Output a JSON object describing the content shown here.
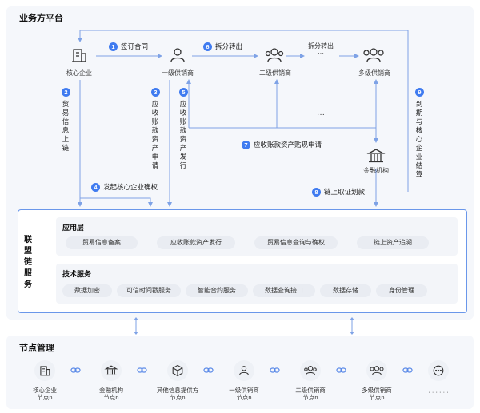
{
  "top": {
    "title": "业务方平台",
    "nodes": {
      "core": "核心企业",
      "tier1": "一级供销商",
      "tier2": "二级供销商",
      "multi": "多级供销商",
      "finance": "金融机构"
    },
    "split_ellipsis": "拆分转出",
    "dots_small": "···",
    "dots_mid": "···",
    "steps": [
      {
        "num": "1",
        "label": "签订合同"
      },
      {
        "num": "2",
        "label": "贸易信息上链"
      },
      {
        "num": "3",
        "label": "应收账款资产申请"
      },
      {
        "num": "4",
        "label": "发起核心企业确权"
      },
      {
        "num": "5",
        "label": "应收账款资产发行"
      },
      {
        "num": "6",
        "label": "拆分转出"
      },
      {
        "num": "7",
        "label": "应收账款资产贴现申请"
      },
      {
        "num": "8",
        "label": "链上取证划款"
      },
      {
        "num": "9",
        "label": "到期与核心企业结算"
      }
    ]
  },
  "alliance": {
    "label": "联盟链服务",
    "app_layer": {
      "title": "应用层",
      "items": [
        "贸易信息备案",
        "应收账款资产发行",
        "贸易信息查询与确权",
        "链上资产追溯"
      ]
    },
    "tech_layer": {
      "title": "技术服务",
      "items": [
        "数据加密",
        "可信时间戳服务",
        "智能合约服务",
        "数据查询接口",
        "数据存储",
        "身份管理"
      ]
    }
  },
  "node_mgmt": {
    "title": "节点管理",
    "nodes": [
      {
        "icon": "building-icon",
        "line1": "核心企业",
        "line2": "节点n"
      },
      {
        "icon": "bank-icon",
        "line1": "金融机构",
        "line2": "节点n"
      },
      {
        "icon": "cube-icon",
        "line1": "其他信息提供方",
        "line2": "节点n"
      },
      {
        "icon": "person-icon",
        "line1": "一级供销商",
        "line2": "节点n"
      },
      {
        "icon": "group-icon",
        "line1": "二级供销商",
        "line2": "节点n"
      },
      {
        "icon": "crowd-icon",
        "line1": "多级供销商",
        "line2": "节点n"
      },
      {
        "icon": "more-icon",
        "line1": "· · · · · ·",
        "line2": ""
      }
    ]
  },
  "colors": {
    "accent": "#3f7bf0",
    "line": "#7ea2e6",
    "panel": "#f5f7fb"
  }
}
